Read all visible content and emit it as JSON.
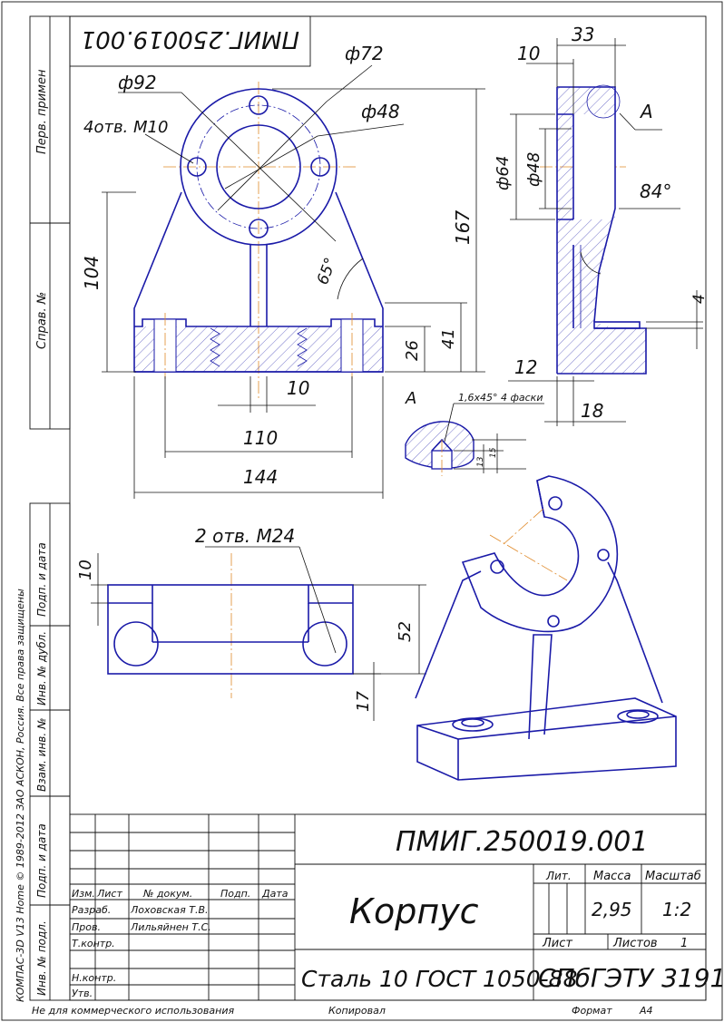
{
  "stamp": {
    "designation": "ПМИГ.250019.001",
    "designation_rotated": "ПМИГ.250019.001",
    "part_name": "Корпус",
    "material": "Сталь 10  ГОСТ 1050-88",
    "organization": "СПбГЭТУ 3191",
    "mass_label": "Масса",
    "mass_value": "2,95",
    "scale_label": "Масштаб",
    "scale_value": "1:2",
    "lit_label": "Лит.",
    "sheet_label": "Лист",
    "sheets_label": "Листов",
    "sheets_value": "1",
    "col_izm": "Изм.",
    "col_list": "Лист",
    "col_doc": "№ докум.",
    "col_sign": "Подп.",
    "col_date": "Дата",
    "row_razrab": "Разраб.",
    "razrab_name": "Лоховская Т.В.",
    "row_prov": "Пров.",
    "prov_name": "Лильяйнен Т.С.",
    "row_tkontr": "Т.контр.",
    "row_nkontr": "Н.контр.",
    "row_utv": "Утв."
  },
  "left_margin": {
    "perv_primen": "Перв. примен",
    "sprav": "Справ. №",
    "podp_data_1": "Подп. и дата",
    "inv_dubl": "Инв. № дубл.",
    "vzam_inv": "Взам. инв. №",
    "podp_data_2": "Подп. и дата",
    "inv_podl": "Инв. № подл.",
    "copyright": "КОМПАС-3D V13 Home © 1989-2012 ЗАО АСКОН, Россия. Все права защищены"
  },
  "footer": {
    "noncommercial": "Не для коммерческого использования",
    "copied": "Копировал",
    "format_label": "Формат",
    "format_value": "A4"
  },
  "dims": {
    "d92": "ф92",
    "d72": "ф72",
    "d48": "ф48",
    "holes_m10": "4отв. М10",
    "h104": "104",
    "h167": "167",
    "angle65": "65°",
    "h26": "26",
    "h41": "41",
    "w10": "10",
    "w110": "110",
    "w144": "144",
    "side_33": "33",
    "side_10": "10",
    "side_d64": "ф64",
    "side_d48": "ф48",
    "angle84": "84°",
    "side_4": "4",
    "side_12": "12",
    "side_18": "18",
    "callout_a": "А",
    "detail_a": "А",
    "chamfer": "1,6x45° 4 фаски",
    "d13": "13",
    "d15": "15",
    "holes_m24": "2 отв. М24",
    "top_10": "10",
    "top_52": "52",
    "top_17": "17"
  }
}
